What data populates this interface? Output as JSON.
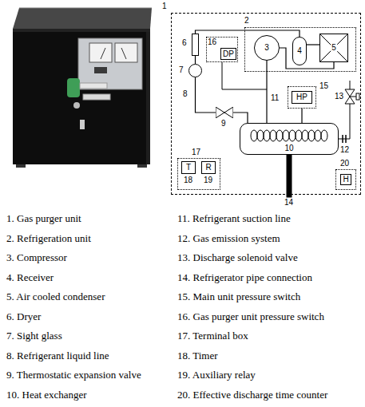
{
  "diagram": {
    "nodes": [
      {
        "text": [
          "1"
        ]
      },
      {
        "text": [
          "2"
        ],
        "in": 0
      },
      {
        "text": [
          "3"
        ],
        "in": 1
      },
      {
        "text": [
          "4"
        ],
        "in": 1
      },
      {
        "text": [
          "5"
        ],
        "in": 1
      },
      {
        "text": [
          "16"
        ],
        "in": 0
      },
      {
        "text": [
          "DP"
        ],
        "in": 5
      },
      {
        "text": [
          "6"
        ],
        "in": 0
      },
      {
        "text": [
          "7"
        ],
        "in": 0
      },
      {
        "text": [
          "9"
        ],
        "in": 0
      },
      {
        "text": [
          "10"
        ],
        "in": 0
      },
      {
        "text": [
          "15"
        ],
        "in": 0
      },
      {
        "text": [
          "HP"
        ],
        "in": 11
      },
      {
        "text": [
          "17"
        ],
        "in": 0
      },
      {
        "text": [
          "T",
          "18"
        ],
        "in": 13
      },
      {
        "text": [
          "R",
          "19"
        ],
        "in": 13
      },
      {
        "text": [
          "20"
        ],
        "in": 0
      },
      {
        "text": [
          "H"
        ],
        "in": 16
      }
    ],
    "edges": [
      {
        "from": 2,
        "to": 4,
        "arrow": "none"
      },
      {
        "from": 4,
        "to": 3,
        "arrow": "none"
      },
      {
        "from": 3,
        "to": 7,
        "arrow": "none"
      },
      {
        "from": 7,
        "to": 8,
        "arrow": "none"
      },
      {
        "from": 8,
        "to": 9,
        "arrow": "none"
      },
      {
        "from": 9,
        "to": 10,
        "arrow": "none"
      },
      {
        "from": 10,
        "to": 2,
        "arrow": "none"
      },
      {
        "from": 10,
        "to": 11,
        "arrow": "none"
      }
    ],
    "labels": [
      "8",
      "11",
      "12",
      "13",
      "14",
      "1. Gas purger unit",
      "2. Refrigeration unit",
      "3. Compressor",
      "4. Receiver",
      "5. Air cooled condenser",
      "6. Dryer",
      "7. Sight glass",
      "8. Refrigerant liquid line",
      "9. Thermostatic expansion valve",
      "10. Heat exchanger",
      "11. Refrigerant suction line",
      "12. Gas emission system",
      "13. Discharge solenoid valve",
      "14. Refrigerator pipe connection",
      "15. Main unit pressure switch",
      "16. Gas purger unit pressure switch",
      "17. Terminal box",
      "18. Timer",
      "19. Auxiliary relay",
      "20. Effective discharge time counter"
    ]
  }
}
